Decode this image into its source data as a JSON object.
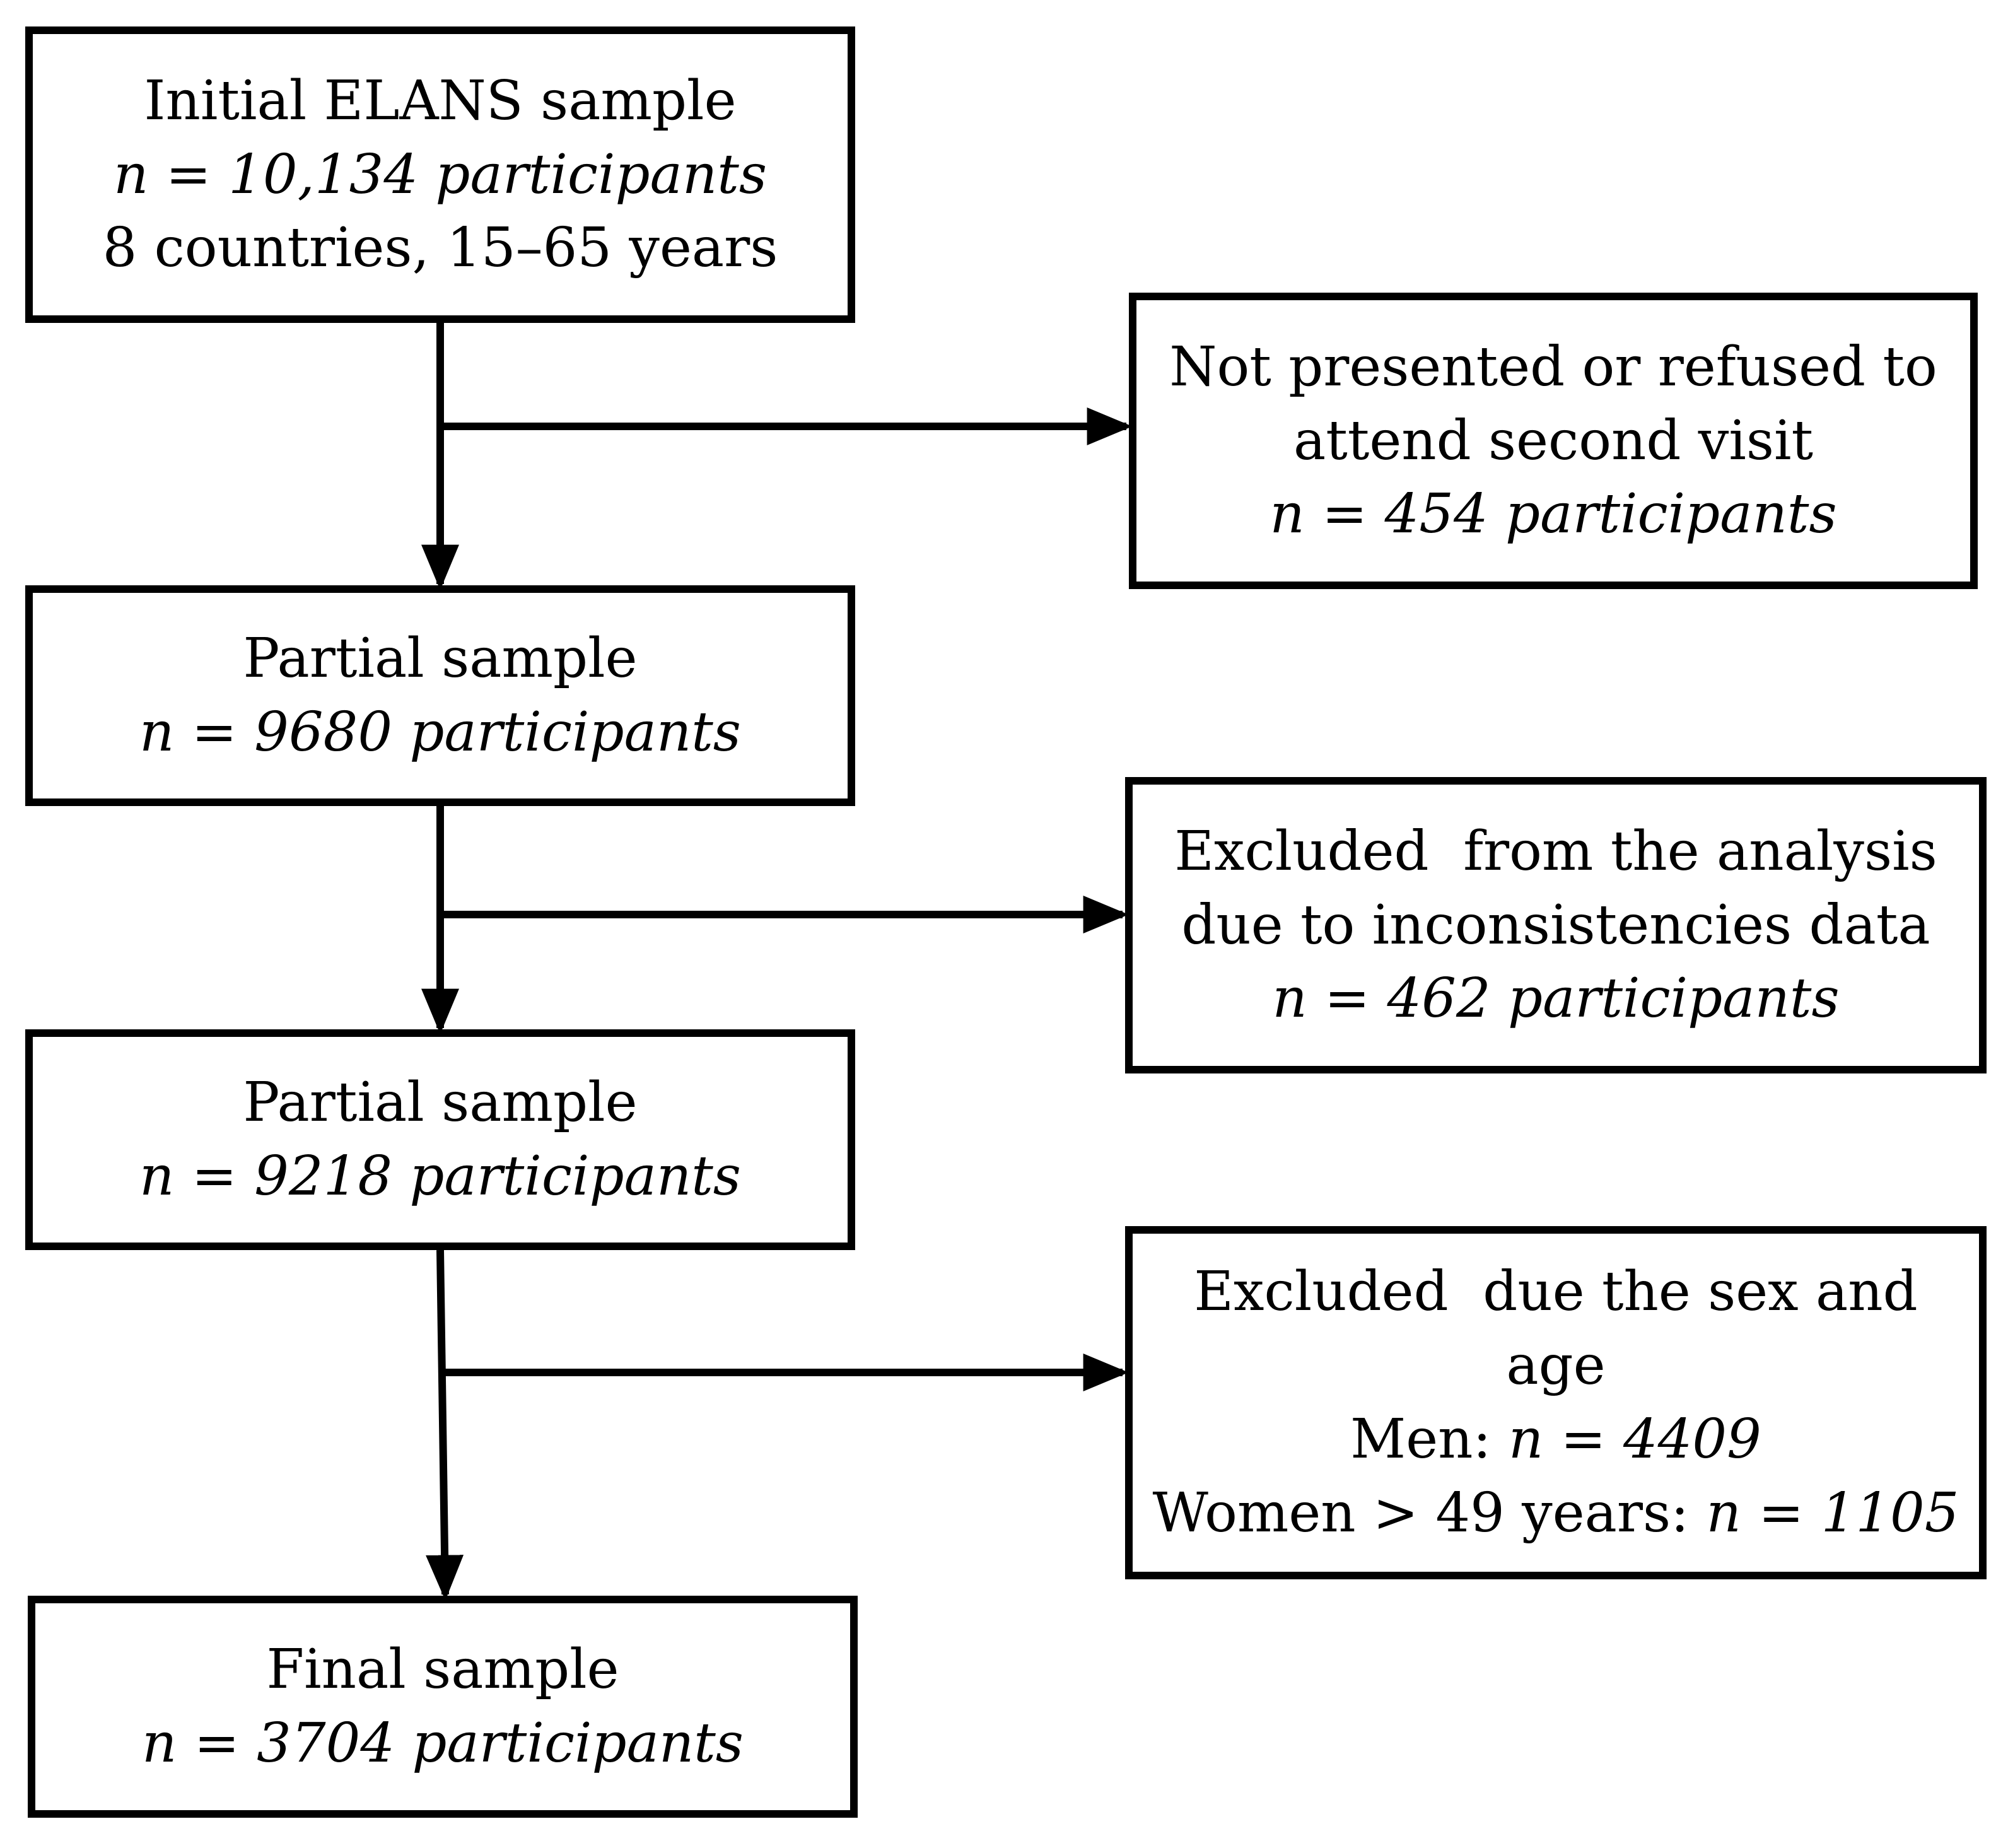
{
  "flowchart": {
    "initial": {
      "title": "Initial ELANS sample",
      "count": "n = 10,134 participants",
      "detail": "8 countries, 15–65 years"
    },
    "not_presented": {
      "line1": "Not presented or refused to",
      "line2": "attend second visit",
      "count": "n = 454 participants"
    },
    "partial_1": {
      "title": "Partial sample",
      "count": "n = 9680 participants"
    },
    "excluded_inconsistencies": {
      "line1": "Excluded  from the analysis",
      "line2": "due to inconsistencies data",
      "count": "n = 462 participants"
    },
    "partial_2": {
      "title": "Partial sample",
      "count": "n = 9218 participants"
    },
    "excluded_sex_age": {
      "line1": "Excluded  due the sex and",
      "line2": "age",
      "men_label": "Men: ",
      "men_count": "n = 4409",
      "women_label": "Women > 49 years: ",
      "women_count": "n = 1105"
    },
    "final": {
      "title": "Final sample",
      "count": "n = 3704 participants"
    }
  }
}
